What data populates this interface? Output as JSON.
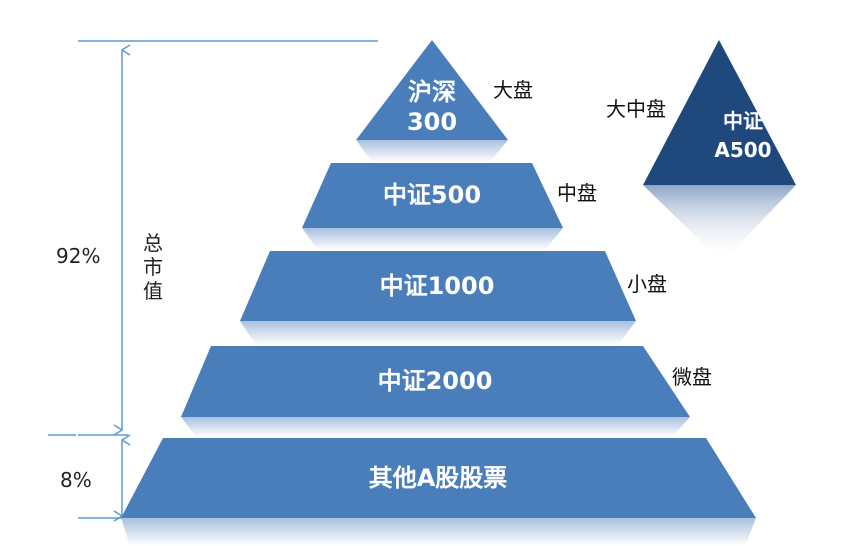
{
  "colors": {
    "tier": "#4a7ebb",
    "a500": "#1f497d",
    "arrow": "#5b9bd5"
  },
  "axis": {
    "upper_pct": "92%",
    "lower_pct": "8%",
    "measure_chars": [
      "总",
      "市",
      "值"
    ]
  },
  "tiers": [
    {
      "line1": "沪深",
      "line2": "300",
      "size": "大盘"
    },
    {
      "name": "中证500",
      "size": "中盘"
    },
    {
      "name": "中证1000",
      "size": "小盘"
    },
    {
      "name": "中证2000",
      "size": "微盘"
    },
    {
      "name": "其他A股股票"
    }
  ],
  "a500": {
    "line1": "中证",
    "line2": "A500",
    "size": "大中盘"
  }
}
